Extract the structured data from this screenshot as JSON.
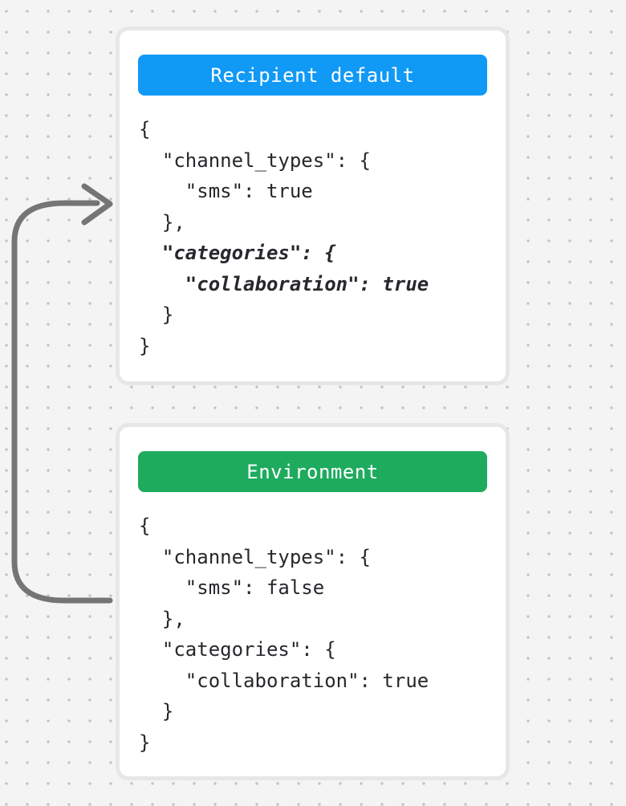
{
  "canvas": {
    "background_color": "#f4f4f5",
    "dot_color": "#c2c2c4"
  },
  "arrow": {
    "color": "#757575",
    "description": "curved-arrow-from-environment-card-to-recipient-default-card"
  },
  "cards": [
    {
      "id": "recipient-default",
      "title": "Recipient default",
      "header_color": "#1199f6",
      "code_lines": [
        {
          "text": "{",
          "emphasis": false
        },
        {
          "text": "  \"channel_types\": {",
          "emphasis": false
        },
        {
          "text": "    \"sms\": true",
          "emphasis": false
        },
        {
          "text": "  },",
          "emphasis": false
        },
        {
          "text": "  \"categories\": {",
          "emphasis": true
        },
        {
          "text": "    \"collaboration\": true",
          "emphasis": true
        },
        {
          "text": "  }",
          "emphasis": false
        },
        {
          "text": "}",
          "emphasis": false
        }
      ]
    },
    {
      "id": "environment",
      "title": "Environment",
      "header_color": "#1eab5e",
      "code_lines": [
        {
          "text": "{",
          "emphasis": false
        },
        {
          "text": "  \"channel_types\": {",
          "emphasis": false
        },
        {
          "text": "    \"sms\": false",
          "emphasis": false
        },
        {
          "text": "  },",
          "emphasis": false
        },
        {
          "text": "  \"categories\": {",
          "emphasis": false
        },
        {
          "text": "    \"collaboration\": true",
          "emphasis": false
        },
        {
          "text": "  }",
          "emphasis": false
        },
        {
          "text": "}",
          "emphasis": false
        }
      ]
    }
  ]
}
